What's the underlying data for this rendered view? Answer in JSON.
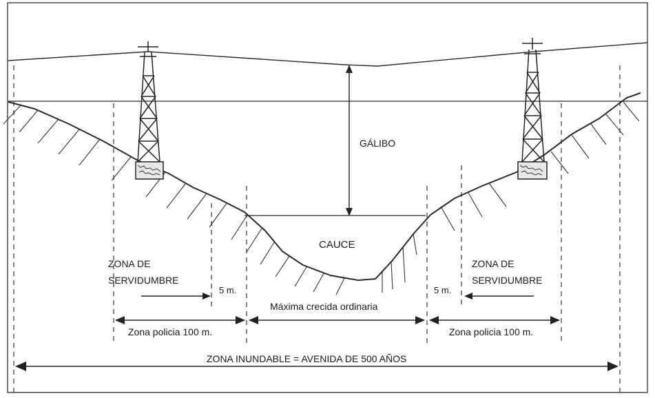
{
  "labels": {
    "galibo": "GÁLIBO",
    "cauce": "CAUCE",
    "zona_servidumbre_left": [
      "ZONA DE",
      "SERVIDUMBRE"
    ],
    "zona_servidumbre_right": [
      "ZONA DE",
      "SERVIDUMBRE"
    ],
    "five_m_left": "5 m.",
    "five_m_right": "5 m.",
    "maxima_crecida": "Máxima crecida ordinaria",
    "zona_policia_left": "Zona policia 100 m.",
    "zona_policia_right": "Zona policia 100 m.",
    "zona_inundable": "ZONA INUNDABLE = AVENIDA DE 500 AÑOS"
  },
  "colors": {
    "line": "#2a2a2a",
    "background": "#ffffff",
    "frame": "#4a4a4a"
  }
}
